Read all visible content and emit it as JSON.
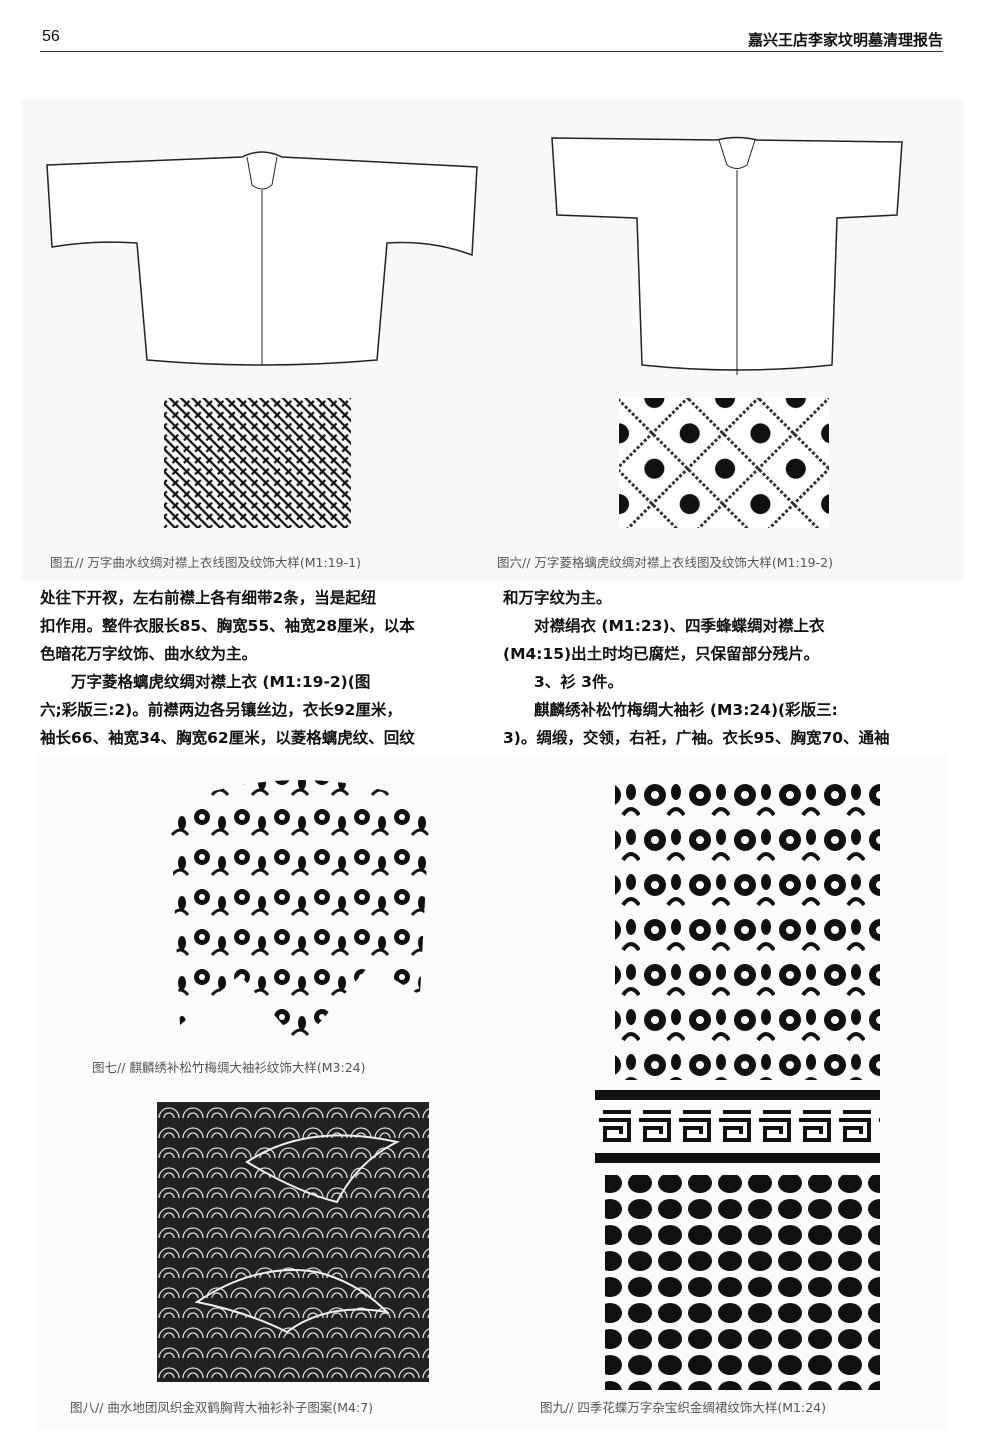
{
  "header": {
    "page_number": "56",
    "running_title": "嘉兴王店李家坟明墓清理报告"
  },
  "figures": {
    "fig5": {
      "caption": "图五// 万字曲水纹绸对襟上衣线图及纹饰大样(M1:19-1)"
    },
    "fig6": {
      "caption": "图六// 万字菱格螭虎纹绸对襟上衣线图及纹饰大样(M1:19-2)"
    },
    "fig7": {
      "caption": "图七// 麒麟绣补松竹梅绸大袖衫纹饰大样(M3:24)"
    },
    "fig8": {
      "caption": "图八// 曲水地团凤织金双鹤胸背大袖衫补子图案(M4:7)"
    },
    "fig9": {
      "caption": "图九// 四季花蝶万字杂宝织金绸裙纹饰大样(M1:24)"
    }
  },
  "body": {
    "left": [
      "处往下开衩，左右前襟上各有细带2条，当是起纽",
      "扣作用。整件衣服长85、胸宽55、袖宽28厘米，以本",
      "色暗花万字纹饰、曲水纹为主。",
      "万字菱格螭虎纹绸对襟上衣 (M1:19-2)(图",
      "六;彩版三:2)。前襟两边各另镶丝边，衣长92厘米，",
      "袖长66、袖宽34、胸宽62厘米，以菱格螭虎纹、回纹"
    ],
    "right": [
      "和万字纹为主。",
      "对襟绢衣 (M1:23)、四季蜂蝶绸对襟上衣",
      "(M4:15)出土时均已腐烂，只保留部分残片。",
      "3、衫 3件。",
      "麒麟绣补松竹梅绸大袖衫 (M3:24)(彩版三:",
      "3)。绸缎，交领，右衽，广袖。衣长95、胸宽70、通袖"
    ]
  }
}
